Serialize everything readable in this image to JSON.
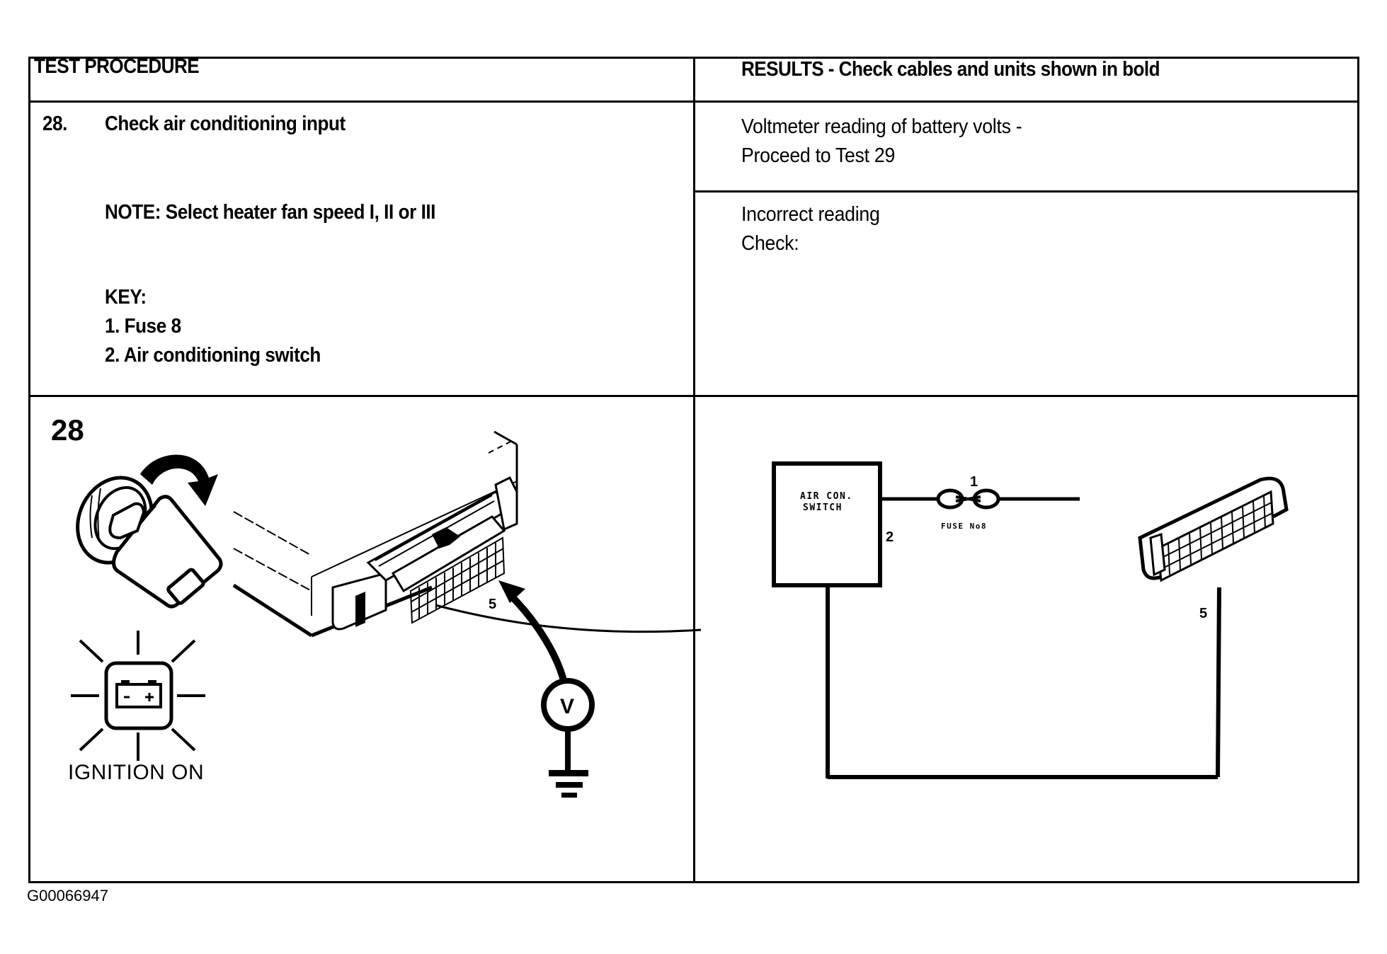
{
  "table": {
    "header_left": "TEST PROCEDURE",
    "header_right": "RESULTS - Check cables and units shown in bold"
  },
  "test": {
    "number": "28.",
    "title": "Check air conditioning input",
    "note": "NOTE: Select heater fan speed I, II or III",
    "key_label": "KEY:",
    "key_items": [
      "1. Fuse 8",
      "2. Air conditioning switch"
    ]
  },
  "results": {
    "correct": {
      "line1": "Voltmeter reading of battery volts -",
      "line2": "Proceed to Test 29"
    },
    "incorrect": {
      "line1": "Incorrect reading",
      "line2": "Check:"
    }
  },
  "figure_left": {
    "figure_number": "28",
    "ignition_label": "IGNITION ON",
    "pin_label": "5",
    "meter_label": "V",
    "icons": [
      "ignition-key-icon",
      "rotate-arrow-icon",
      "battery-warning-light-icon",
      "ecu-connector",
      "voltmeter-icon",
      "ground-icon"
    ]
  },
  "figure_right": {
    "switch_label_line1": "AIR CON.",
    "switch_label_line2": "SWITCH",
    "fuse_callout": "1",
    "fuse_label": "FUSE No8",
    "switch_callout": "2",
    "pin_label": "5"
  },
  "figure_code": "G00066947"
}
